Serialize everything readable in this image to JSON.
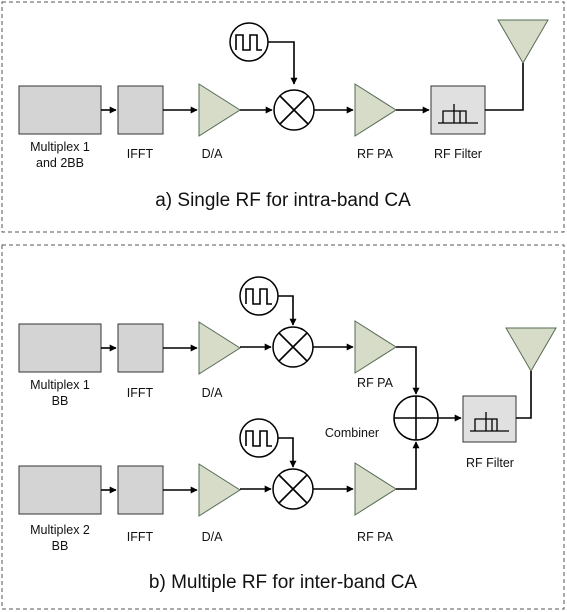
{
  "colors": {
    "block_fill": "#d4d4d4",
    "amplifier_fill": "#d6dcc8",
    "filter_fill": "#e0e0e0",
    "line": "#000000",
    "panel_border": "#555555"
  },
  "panel_a": {
    "caption": "a) Single RF for intra-band CA",
    "labels": {
      "multiplex": [
        "Multiplex 1",
        "and 2BB"
      ],
      "ifft": "IFFT",
      "da": "D/A",
      "rfpa": "RF PA",
      "rf_filter": "RF Filter"
    }
  },
  "panel_b": {
    "caption": "b) Multiple RF for inter-band CA",
    "labels": {
      "multiplex1": [
        "Multiplex 1",
        "BB"
      ],
      "multiplex2": [
        "Multiplex 2",
        "BB"
      ],
      "ifft": "IFFT",
      "da": "D/A",
      "rfpa": "RF PA",
      "combiner": "Combiner",
      "rf_filter": "RF Filter"
    }
  },
  "icons": [
    "square-wave-oscillator-icon",
    "mixer-icon",
    "amplifier-icon",
    "antenna-icon",
    "combiner-icon",
    "filter-icon"
  ]
}
